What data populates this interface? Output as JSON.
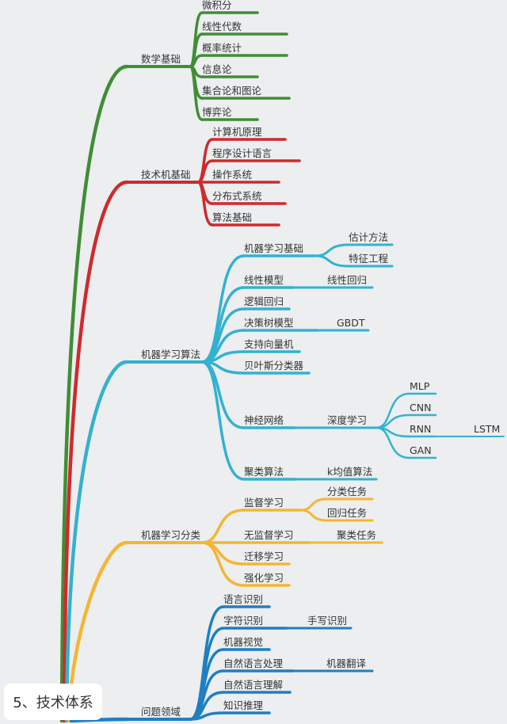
{
  "title": "5、技术体系",
  "colors": {
    "background": "#eceef0",
    "math": "#3f8e34",
    "cs": "#cf2a2c",
    "ml_algo": "#33b2cf",
    "ml_class": "#f4b633",
    "domains": "#1f7fc2"
  },
  "branches": [
    {
      "label": "数学基础",
      "children": [
        {
          "label": "微积分"
        },
        {
          "label": "线性代数"
        },
        {
          "label": "概率统计"
        },
        {
          "label": "信息论"
        },
        {
          "label": "集合论和图论"
        },
        {
          "label": "博弈论"
        }
      ]
    },
    {
      "label": "技术机基础",
      "children": [
        {
          "label": "计算机原理"
        },
        {
          "label": "程序设计语言"
        },
        {
          "label": "操作系统"
        },
        {
          "label": "分布式系统"
        },
        {
          "label": "算法基础"
        }
      ]
    },
    {
      "label": "机器学习算法",
      "children": [
        {
          "label": "机器学习基础",
          "children": [
            {
              "label": "估计方法"
            },
            {
              "label": "特征工程"
            }
          ]
        },
        {
          "label": "线性模型",
          "children": [
            {
              "label": "线性回归"
            }
          ]
        },
        {
          "label": "逻辑回归"
        },
        {
          "label": "决策树模型",
          "children": [
            {
              "label": "GBDT"
            }
          ]
        },
        {
          "label": "支持向量机"
        },
        {
          "label": "贝叶斯分类器"
        },
        {
          "label": "神经网络",
          "children": [
            {
              "label": "深度学习",
              "children": [
                {
                  "label": "MLP"
                },
                {
                  "label": "CNN"
                },
                {
                  "label": "RNN",
                  "children": [
                    {
                      "label": "LSTM"
                    }
                  ]
                },
                {
                  "label": "GAN"
                }
              ]
            }
          ]
        },
        {
          "label": "聚类算法",
          "children": [
            {
              "label": "k均值算法"
            }
          ]
        }
      ]
    },
    {
      "label": "机器学习分类",
      "children": [
        {
          "label": "监督学习",
          "children": [
            {
              "label": "分类任务"
            },
            {
              "label": "回归任务"
            }
          ]
        },
        {
          "label": "无监督学习",
          "children": [
            {
              "label": "聚类任务"
            }
          ]
        },
        {
          "label": "迁移学习"
        },
        {
          "label": "强化学习"
        }
      ]
    },
    {
      "label": "问题领域",
      "children": [
        {
          "label": "语言识别"
        },
        {
          "label": "字符识别",
          "children": [
            {
              "label": "手写识别"
            }
          ]
        },
        {
          "label": "机器视觉"
        },
        {
          "label": "自然语言处理",
          "children": [
            {
              "label": "机器翻译"
            }
          ]
        },
        {
          "label": "自然语言理解"
        },
        {
          "label": "知识推理"
        }
      ]
    }
  ]
}
